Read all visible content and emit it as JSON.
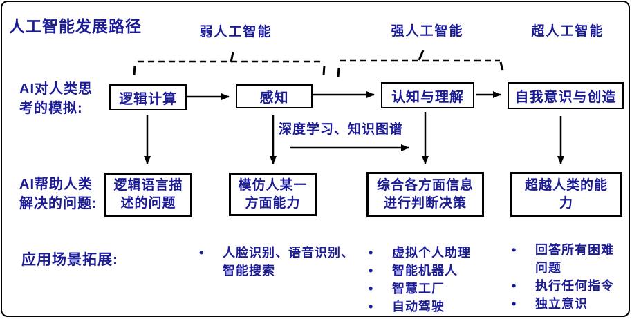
{
  "title": "人工智能发展路径",
  "colors": {
    "text_blue": "#1b1b96",
    "line_black": "#000000",
    "background": "#ffffff"
  },
  "stages": [
    {
      "label": "弱人工智能"
    },
    {
      "label": "强人工智能"
    },
    {
      "label": "超人工智能"
    }
  ],
  "rows": {
    "simulation": {
      "label_line1": "AI对人类思",
      "label_line2": "考的模拟:",
      "boxes": [
        "逻辑计算",
        "感知",
        "认知与理解",
        "自我意识与创造"
      ]
    },
    "annotation": "深度学习、知识图谱",
    "problems": {
      "label_line1": "AI帮助人类",
      "label_line2": "解决的问题:",
      "boxes": [
        {
          "line1": "逻辑语言描",
          "line2": "述的问题"
        },
        {
          "line1": "模仿人某一",
          "line2": "方面能力"
        },
        {
          "line1": "综合各方面信息",
          "line2": "进行判断决策"
        },
        {
          "line1": "超越人类的能",
          "line2": "力"
        }
      ]
    },
    "applications": {
      "label": "应用场景拓展:",
      "lists": [
        {
          "items": [
            "人脸识别、语音识别、智能搜索"
          ]
        },
        {
          "items": [
            "虚拟个人助理",
            "智能机器人",
            "智慧工厂",
            "自动驾驶"
          ]
        },
        {
          "items": [
            "回答所有困难问题",
            "执行任何指令",
            "独立意识"
          ]
        }
      ]
    }
  }
}
